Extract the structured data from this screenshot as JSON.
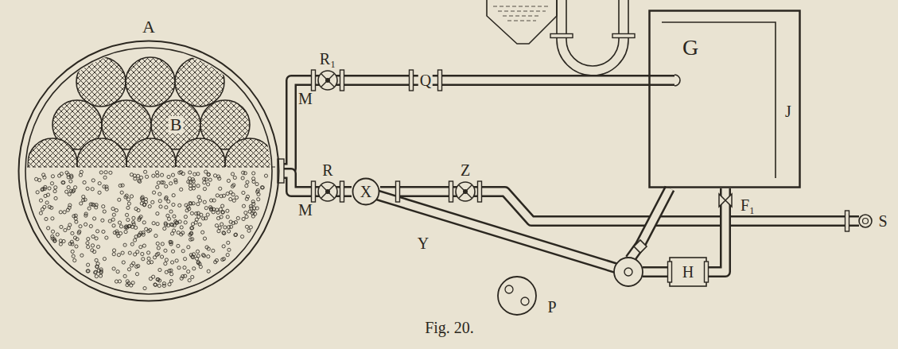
{
  "diagram": {
    "caption": "Fig. 20.",
    "nodes": [
      {
        "text": [
          "A",
          "B"
        ]
      },
      {
        "text": [
          "G",
          "J"
        ]
      },
      {
        "text": [
          "X"
        ]
      }
    ],
    "edges": [
      {
        "from": 0,
        "to": 1,
        "arrow": "none",
        "label": "Q"
      },
      {
        "from": 0,
        "to": 2,
        "arrow": "none"
      }
    ],
    "labels": [
      "M",
      "R₁",
      "M",
      "R",
      "Z",
      "Y",
      "P",
      "F₁",
      "H",
      "S"
    ]
  }
}
